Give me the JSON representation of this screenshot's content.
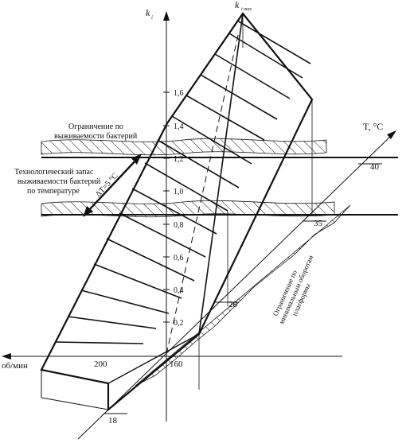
{
  "axes": {
    "y_label": "k",
    "y_label_sub": "i",
    "ymax_label": "k",
    "ymax_label_sub": "i max",
    "x_label": "об/мин",
    "t_label": "T, °C"
  },
  "y_ticks": [
    "0,2",
    "0,4",
    "0,6",
    "0,8",
    "1,0",
    "1,2",
    "1,4",
    "1,6"
  ],
  "rpm_labels": [
    "200",
    "160"
  ],
  "depth_labels": [
    "18",
    "28",
    "35",
    "40"
  ],
  "annotations": {
    "survival_limit": [
      "Ограничение по",
      "выживаемости бактерий"
    ],
    "tech_reserve": [
      "Технологический запас",
      "выживаемости бактерий",
      "по температуре"
    ],
    "delta_t": "ΔT=5 °C",
    "rpm_limit": [
      "Ограничение по",
      "минимальным оборотам",
      "платформы"
    ]
  },
  "colors": {
    "line": "#111111",
    "background": "#ffffff"
  }
}
